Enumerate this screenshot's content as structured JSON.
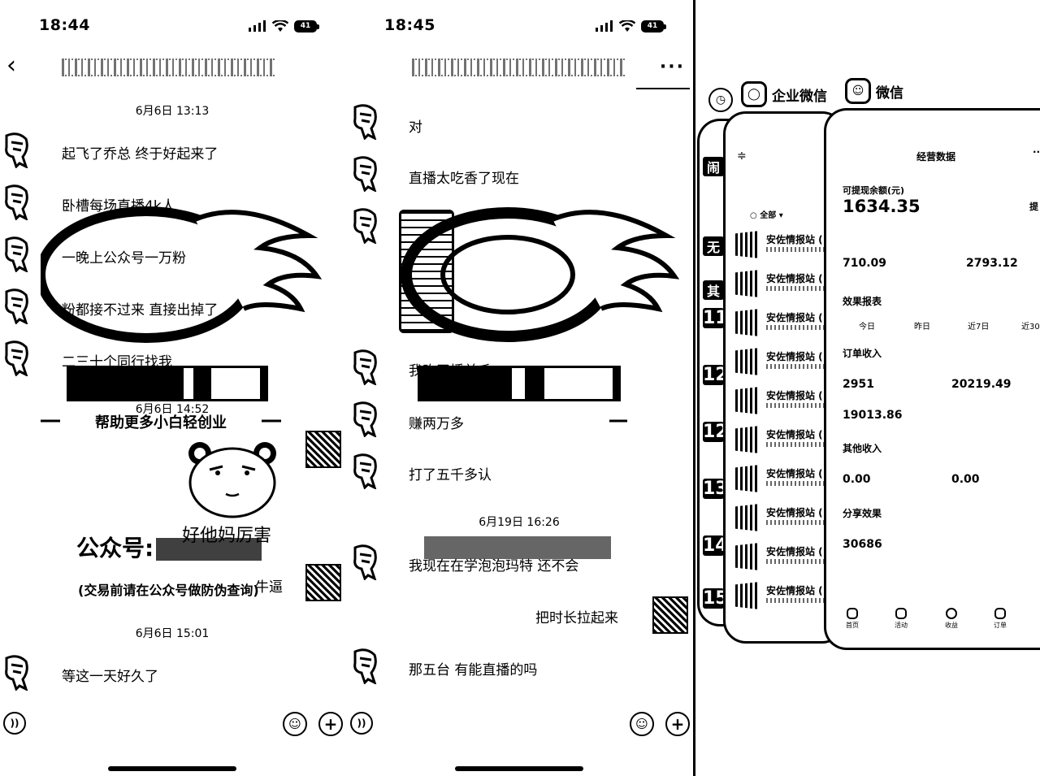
{
  "phone1": {
    "time": "18:44",
    "back_glyph": "‹",
    "timestamps": [
      "6月6日 13:13",
      "6月6日 14:52",
      "6月6日 15:01"
    ],
    "messages_left": [
      "起飞了乔总 终于好起来了",
      "卧槽每场直播4k人",
      "一晚上公众号一万粉",
      "粉都接不过来 直接出掉了",
      "二三十个同行找我",
      "等这一天好久了"
    ],
    "sticker_caption": "好他妈厉害",
    "messages_right": [
      "牛逼"
    ],
    "input_icons": [
      "voice-icon",
      "emoji-icon",
      "plus-icon"
    ]
  },
  "phone2": {
    "time": "18:45",
    "more_glyph": "···",
    "timestamps": [
      "6月19日 16:26"
    ],
    "messages_left": [
      "对",
      "直播太吃香了现在",
      "我昨天播羊毛",
      "赚两万多",
      "打了五千多认",
      "我现在在学泡泡玛特 还不会",
      "那五台 有能直播的吗"
    ],
    "messages_right": [
      "把时长拉起来"
    ],
    "input_icons": [
      "voice-icon",
      "emoji-icon",
      "plus-icon"
    ]
  },
  "watermark": {
    "slogan": "帮助更多小白轻创业",
    "account_prefix": "公众号:",
    "notice": "(交易前请在公众号做防伪查询)"
  },
  "switcher": {
    "apps": [
      {
        "name": "企业微信",
        "icon": "wecom-icon"
      },
      {
        "name": "微信",
        "icon": "wechat-icon"
      }
    ],
    "clock_icon": "clock-icon",
    "back_strips": [
      "闹",
      "无",
      "其",
      "11",
      "12",
      "12",
      "13",
      "14",
      "15"
    ],
    "mid_filter": "全部",
    "list_rows": [
      "安佐情报站 (",
      "安佐情报站 (",
      "安佐情报站 (",
      "安佐情报站 (",
      "安佐情报站 (",
      "安佐情报站 (",
      "安佐情报站 (",
      "安佐情报站 (",
      "安佐情报站 (",
      "安佐情报站 ("
    ],
    "dashboard": {
      "title": "经营数据",
      "withdrawable_label": "可提现余额(元)",
      "withdrawable_value": "1634.35",
      "withdraw_btn": "提",
      "sub_values": [
        "710.09",
        "2793.12"
      ],
      "effect_title": "效果报表",
      "tabs": [
        "今日",
        "昨日",
        "近7日",
        "近30"
      ],
      "order_title": "订单收入",
      "order_values": [
        "2951",
        "20219.49",
        "19013.86"
      ],
      "other_title": "其他收入",
      "other_values": [
        "0.00",
        "0.00"
      ],
      "share_title": "分享效果",
      "share_value": "30686",
      "nav": [
        "首页",
        "活动",
        "收益",
        "订单"
      ]
    }
  },
  "colors": {
    "ink": "#000000",
    "paper": "#ffffff"
  }
}
